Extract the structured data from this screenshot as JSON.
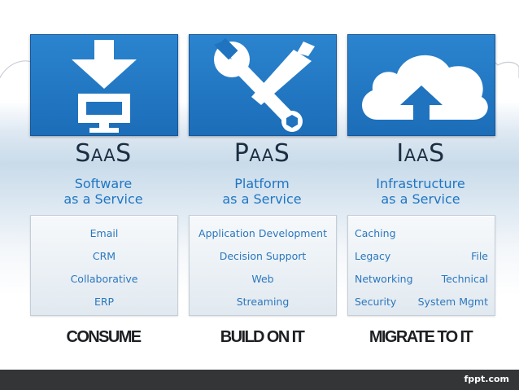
{
  "columns": [
    {
      "abbr": {
        "a": "S",
        "b": "AA",
        "c": "S"
      },
      "full_line1": "Software",
      "full_line2": "as a Service",
      "items": [
        "Email",
        "CRM",
        "Collaborative",
        "ERP"
      ],
      "verb": "CONSUME",
      "icon": "download-to-computer-icon"
    },
    {
      "abbr": {
        "a": "P",
        "b": "AA",
        "c": "S"
      },
      "full_line1": "Platform",
      "full_line2": "as a Service",
      "items": [
        "Application Development",
        "Decision Support",
        "Web",
        "Streaming"
      ],
      "verb": "BUILD ON IT",
      "icon": "wrench-screwdriver-icon"
    },
    {
      "abbr": {
        "a": "I",
        "b": "AA",
        "c": "S"
      },
      "full_line1": "Infrastructure",
      "full_line2": "as a Service",
      "items": [
        "Caching",
        "Legacy",
        "File",
        "Networking",
        "Technical",
        "Security",
        "System Mgmt"
      ],
      "verb": "MIGRATE TO IT",
      "icon": "cloud-upload-icon"
    }
  ],
  "footer": {
    "brand": "fppt.com"
  },
  "colors": {
    "tile_blue": "#1f73bf",
    "label_blue": "#1f76c4",
    "footer_bg": "#333537"
  }
}
